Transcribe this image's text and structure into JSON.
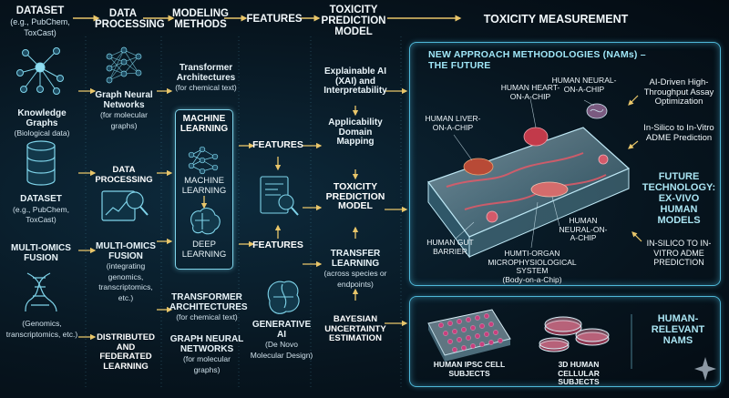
{
  "headers": {
    "dataset": {
      "title": "DATASET",
      "sub": "(e.g., PubChem, ToxCast)"
    },
    "data_processing": "DATA PROCESSING",
    "modeling_methods": "MODELING METHODS",
    "features": "FEATURES",
    "toxicity_prediction_model": "TOXICITY PREDICTION MODEL",
    "toxicity_measurement": "TOXICITY MEASUREMENT"
  },
  "col1": {
    "knowledge_graphs": {
      "title": "Knowledge Graphs",
      "sub": "(Biological data)"
    },
    "dataset": {
      "title": "DATASET",
      "sub": "(e.g., PubChem, ToxCast)"
    },
    "multi_omics": {
      "title": "MULTI-OMICS FUSION",
      "sub": "(Genomics, transcriptomics, etc.)"
    }
  },
  "col2": {
    "gnn": {
      "title": "Graph Neural Networks",
      "sub": "(for molecular graphs)"
    },
    "data_processing": "DATA PROCESSING",
    "multi_omics": {
      "title": "MULTI-OMICS FUSION",
      "sub": "(integrating genomics, transcriptomics, etc.)"
    },
    "distributed": "DISTRIBUTED AND FEDERATED LEARNING"
  },
  "col3": {
    "transformer_top": {
      "title": "Transformer Architectures",
      "sub": "(for chemical text)"
    },
    "machine_learning_title": "MACHINE LEARNING",
    "machine_learning": "MACHINE LEARNING",
    "deep_learning": "DEEP LEARNING",
    "transformer_bottom": {
      "title": "TRANSFORMER ARCHITECTURES",
      "sub": "(for chemical text)"
    },
    "graph_nn": {
      "title": "GRAPH NEURAL NETWORKS",
      "sub": "(for molecular graphs)"
    },
    "generative_ai": {
      "title": "GENERATIVE AI",
      "sub": "(De Novo Molecular Design)"
    }
  },
  "col4": {
    "features_top": "FEATURES",
    "features_bottom": "FEATURES"
  },
  "col5": {
    "xai": {
      "title": "Explainable AI (XAI) and Interpretability"
    },
    "applicability": {
      "title": "Applicability Domain Mapping"
    },
    "tox_model": "TOXICITY PREDICTION MODEL",
    "transfer": {
      "title": "TRANSFER LEARNING",
      "sub": "(across species or endpoints)"
    },
    "bayesian": "BAYESIAN UNCERTAINTY ESTIMATION"
  },
  "nams": {
    "title": "NEW APPROACH METHODOLOGIES (NAMs) – THE FUTURE",
    "organs": {
      "heart": "HUMAN HEART-ON-A-CHIP",
      "neural_top": "HUMAN NEURAL-ON-A-CHIP",
      "liver": "HUMAN LIVER-ON-A-CHIP",
      "neural_bottom": "HUMAN NEURAL-ON-A-CHIP",
      "gut": "HUMAN GUT BARRIER",
      "multi_organ": {
        "title": "HUMTI-ORGAN MICROPHYSIOLOGICAL SYSTEM",
        "sub": "(Body-on-a-Chip)"
      }
    },
    "side": {
      "ai_driven": "AI-Driven High-Throughput Assay Optimization",
      "in_silico_top": "In-Silico to In-Vitro ADME Prediction",
      "future_tech": "FUTURE TECHNOLOGY: EX-VIVO HUMAN MODELS",
      "in_silico_bottom": "IN-SILICO TO IN-VITRO ADME PREDICTION"
    }
  },
  "human_relevant": {
    "ipsc": "HUMAN iPSC CELL SUBJECTS",
    "cellular": "3D HUMAN CELLULAR SUBJECTS",
    "label": "HUMAN-RELEVANT NAMs"
  },
  "colors": {
    "accent": "#4fb8d8",
    "arrow": "#e9c66a",
    "background": "#06121c"
  }
}
